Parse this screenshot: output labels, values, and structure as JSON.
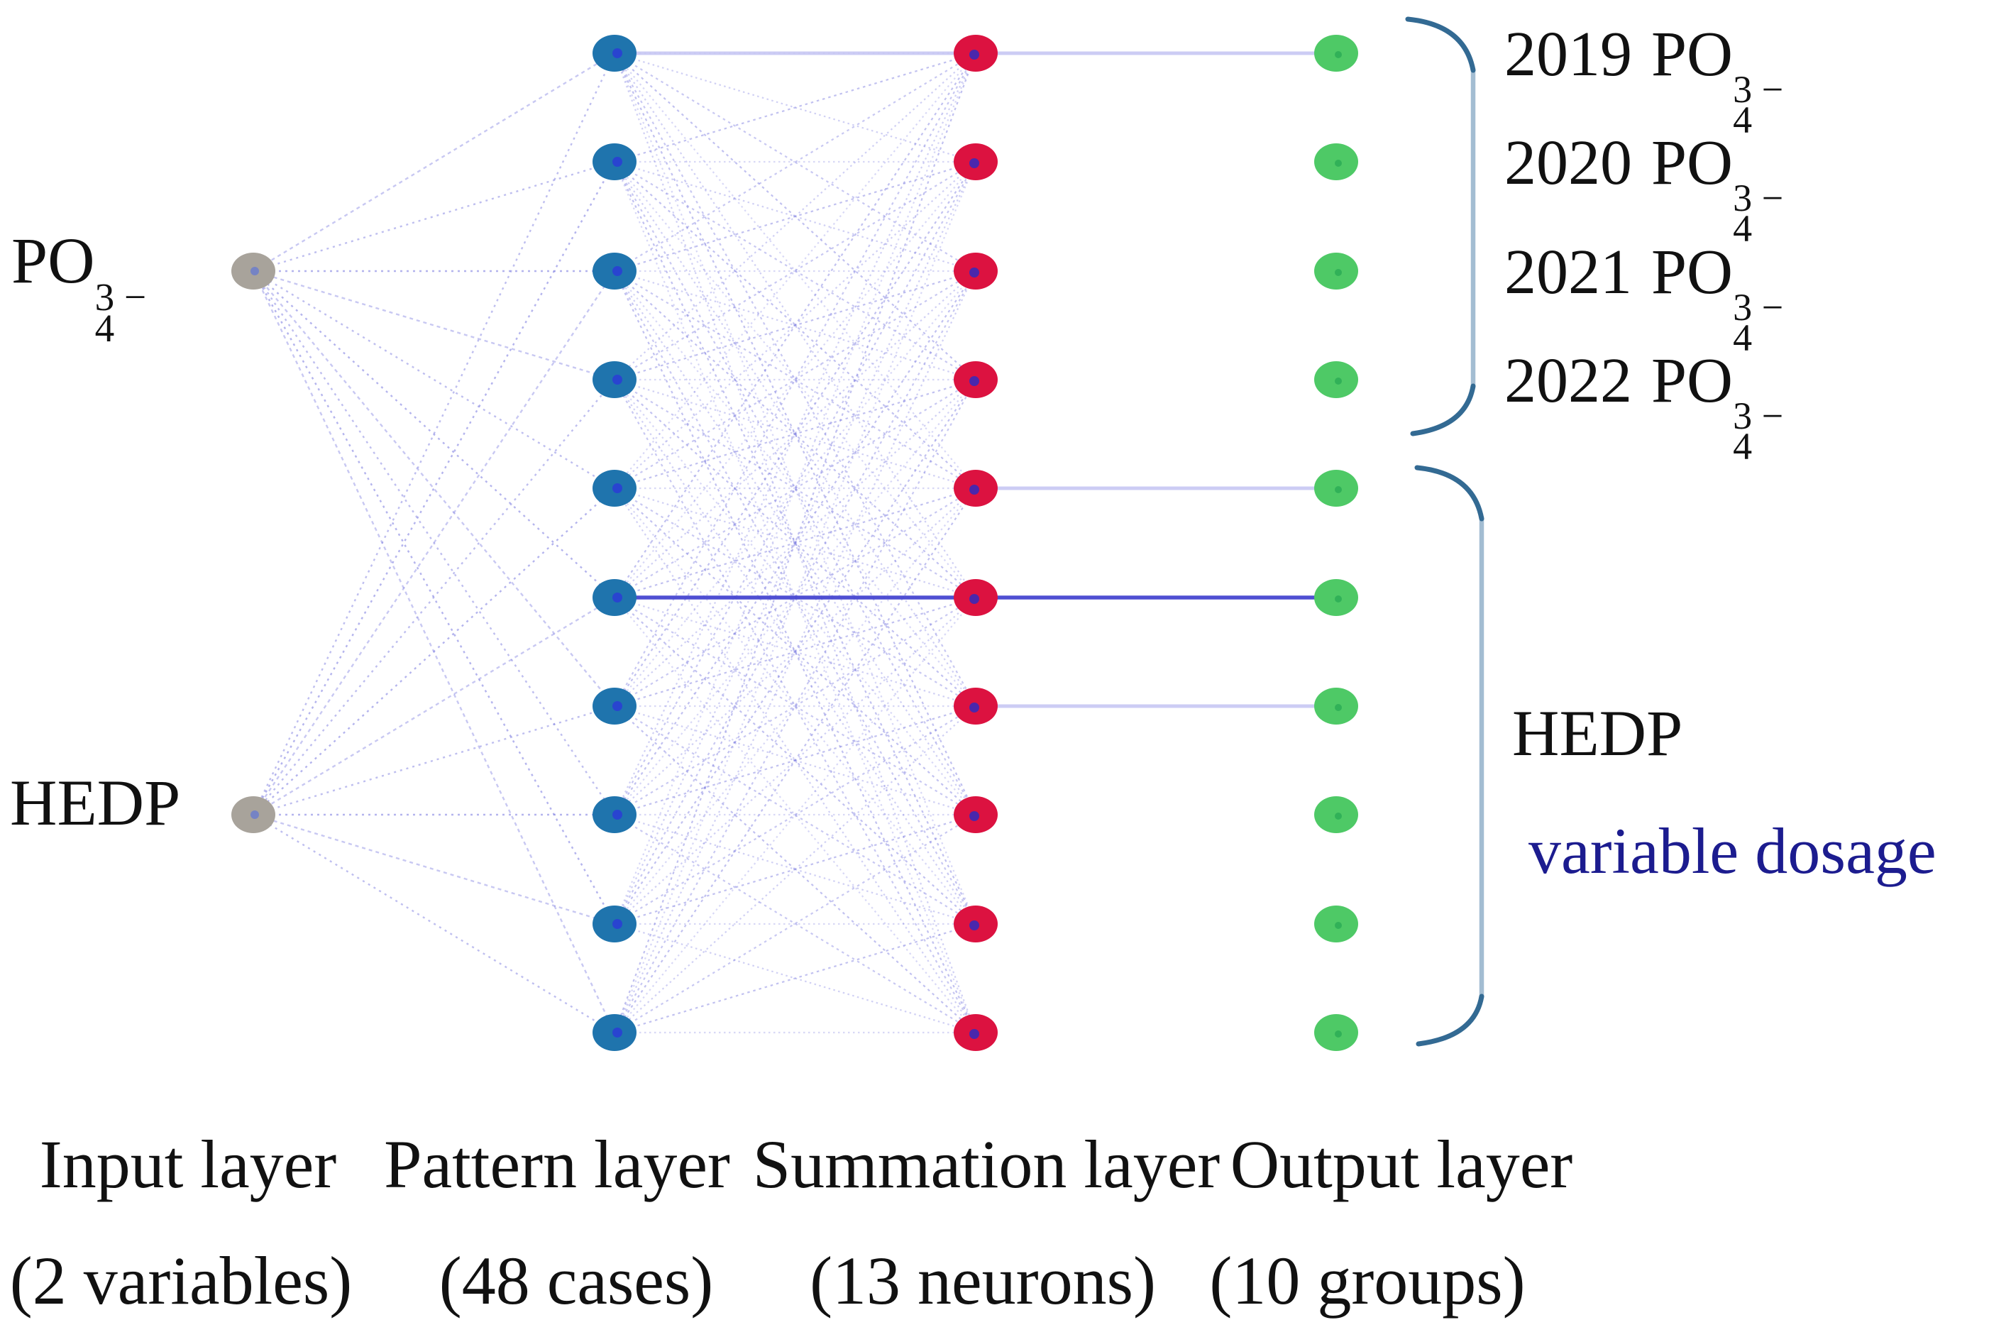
{
  "figure_type": "GRNN neural network architecture diagram",
  "colors": {
    "input_node": "#a8a39b",
    "input_node_dot": "#6f7fc9",
    "pattern_node": "#1f74ad",
    "pattern_node_dot": "#2a3fd4",
    "summation_node": "#dc1240",
    "summation_node_dot": "#3a2ab8",
    "output_node": "#4ec966",
    "output_node_dot": "#2fae57",
    "mesh_line": "#7d7de0",
    "light_connection": "#c7c7f3",
    "dark_connection": "#4646d0",
    "bracket_vertical": "#a3bdd2",
    "bracket_hook": "#336a93",
    "dosage_text": "#1c1c8f"
  },
  "node_counts": {
    "input": 2,
    "pattern": 10,
    "summation": 10,
    "output": 10
  },
  "connections_summary": {
    "input_to_pattern": "full fan, dotted light blue",
    "pattern_to_summation": "full mesh, dotted light blue",
    "highlighted_rows": [
      {
        "row": 0,
        "from": "pattern",
        "to": "output",
        "style": "light"
      },
      {
        "row": 4,
        "from": "summation",
        "to": "output",
        "style": "light"
      },
      {
        "row": 5,
        "from": "pattern",
        "to": "output",
        "style": "dark"
      },
      {
        "row": 6,
        "from": "summation",
        "to": "output",
        "style": "light"
      }
    ]
  },
  "left_labels": {
    "po4": {
      "prefix": "PO",
      "sup": "3 −",
      "sub": "4"
    },
    "hedp": "HEDP"
  },
  "output_labels": {
    "years": [
      {
        "year": "2019",
        "prefix": "PO",
        "sup": "3 −",
        "sub": "4"
      },
      {
        "year": "2020",
        "prefix": "PO",
        "sup": "3 −",
        "sub": "4"
      },
      {
        "year": "2021",
        "prefix": "PO",
        "sup": "3 −",
        "sub": "4"
      },
      {
        "year": "2022",
        "prefix": "PO",
        "sup": "3 −",
        "sub": "4"
      }
    ],
    "hedp_title": "HEDP",
    "hedp_subtitle": "variable dosage"
  },
  "captions": [
    {
      "title": "Input layer",
      "detail": "(2 variables)"
    },
    {
      "title": "Pattern layer",
      "detail": "(48 cases)"
    },
    {
      "title": "Summation layer",
      "detail": "(13 neurons)"
    },
    {
      "title": "Output layer",
      "detail": "(10 groups)"
    }
  ]
}
